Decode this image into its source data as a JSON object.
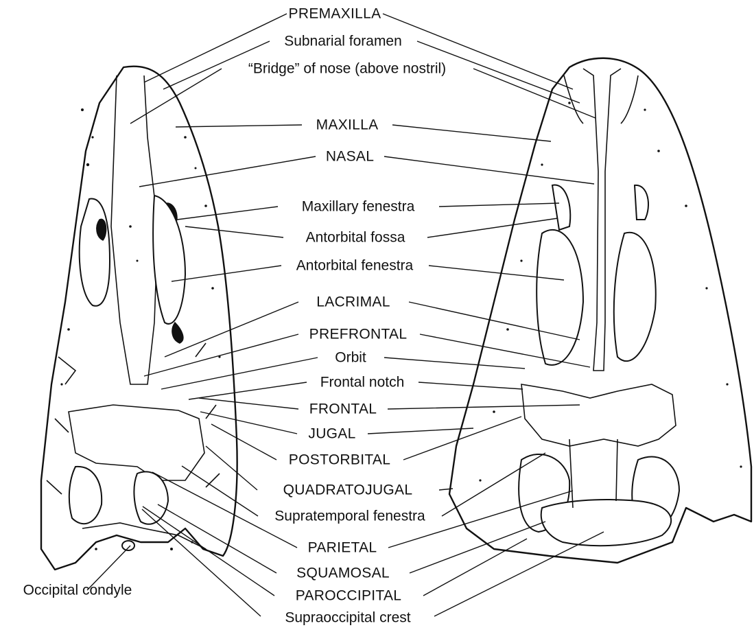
{
  "labels": {
    "premaxilla": "PREMAXILLA",
    "subnarial_foramen": "Subnarial foramen",
    "bridge_of_nose": "“Bridge” of nose (above nostril)",
    "maxilla": "MAXILLA",
    "nasal": "NASAL",
    "maxillary_fenestra": "Maxillary fenestra",
    "antorbital_fossa": "Antorbital fossa",
    "antorbital_fenestra": "Antorbital fenestra",
    "lacrimal": "LACRIMAL",
    "prefrontal": "PREFRONTAL",
    "orbit": "Orbit",
    "frontal_notch": "Frontal notch",
    "frontal": "FRONTAL",
    "jugal": "JUGAL",
    "postorbital": "POSTORBITAL",
    "quadratojugal": "QUADRATOJUGAL",
    "supratemporal_fenestra": "Supratemporal fenestra",
    "parietal": "PARIETAL",
    "squamosal": "SQUAMOSAL",
    "paroccipital": "PAROCCIPITAL",
    "occipital_condyle": "Occipital condyle",
    "supraoccipital_crest": "Supraoccipital crest"
  },
  "colors": {
    "ink": "#111111",
    "paper": "#ffffff"
  }
}
